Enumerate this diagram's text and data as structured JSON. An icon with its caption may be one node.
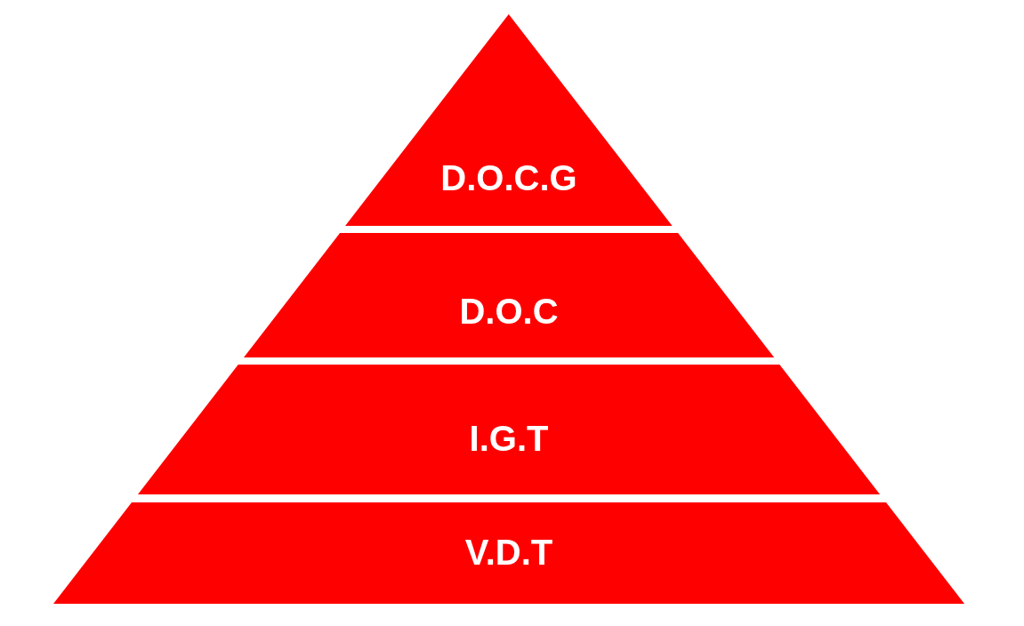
{
  "diagram": {
    "nodes": [
      {
        "text": [
          "D.O.C.G"
        ]
      },
      {
        "text": [
          "D.O.C"
        ]
      },
      {
        "text": [
          "I.G.T"
        ]
      },
      {
        "text": [
          "V.D.T"
        ]
      }
    ]
  }
}
